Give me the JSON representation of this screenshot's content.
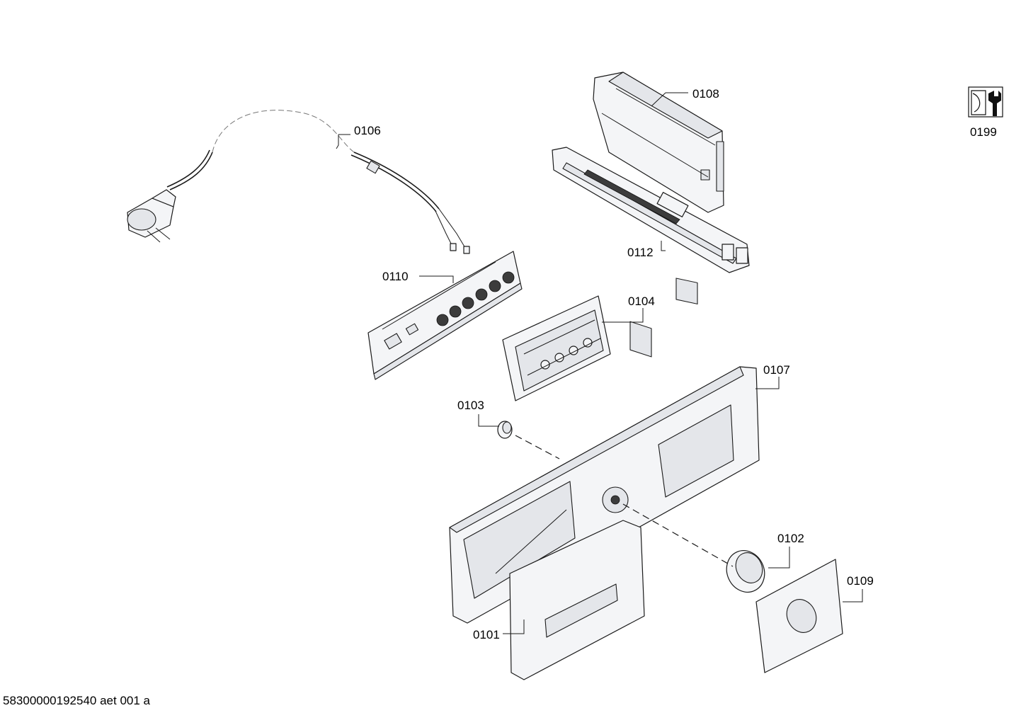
{
  "document_code": "58300000192540 aet 001 a",
  "service_icon": {
    "icon": "service-tool-icon",
    "label": "0199"
  },
  "parts": [
    {
      "id": "0106",
      "part": "power-cord"
    },
    {
      "id": "0108",
      "part": "control-module"
    },
    {
      "id": "0112",
      "part": "module-holder"
    },
    {
      "id": "0110",
      "part": "control-board"
    },
    {
      "id": "0104",
      "part": "button-frame"
    },
    {
      "id": "0107",
      "part": "facia-panel"
    },
    {
      "id": "0103",
      "part": "knob-cap"
    },
    {
      "id": "0102",
      "part": "selector-knob"
    },
    {
      "id": "0109",
      "part": "trim-panel"
    },
    {
      "id": "0101",
      "part": "detergent-drawer-handle"
    }
  ]
}
